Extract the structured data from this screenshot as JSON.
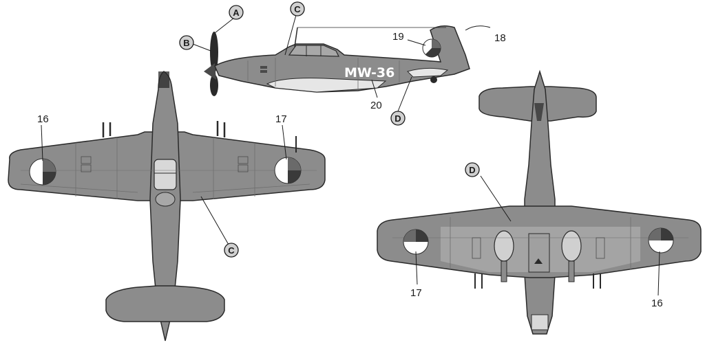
{
  "labels": {
    "A": "A",
    "B": "B",
    "C_side": "C",
    "C_top": "C",
    "D_side": "D",
    "D_bottom": "D"
  },
  "numbers": {
    "n16_top": "16",
    "n17_top": "17",
    "n18": "18",
    "n19": "19",
    "n20": "20",
    "n17_bottom": "17",
    "n16_bottom": "16"
  },
  "aircraft_code": "MW-36",
  "colors": {
    "aircraft_grey": "#8c8c8c",
    "panel_line": "#6e6e6e",
    "outline": "#2a2a2a",
    "light_underside": "#e6e6e6",
    "roundel_red": "#ffffff",
    "roundel_dark": "#3a3a3a",
    "background": "#ffffff"
  }
}
